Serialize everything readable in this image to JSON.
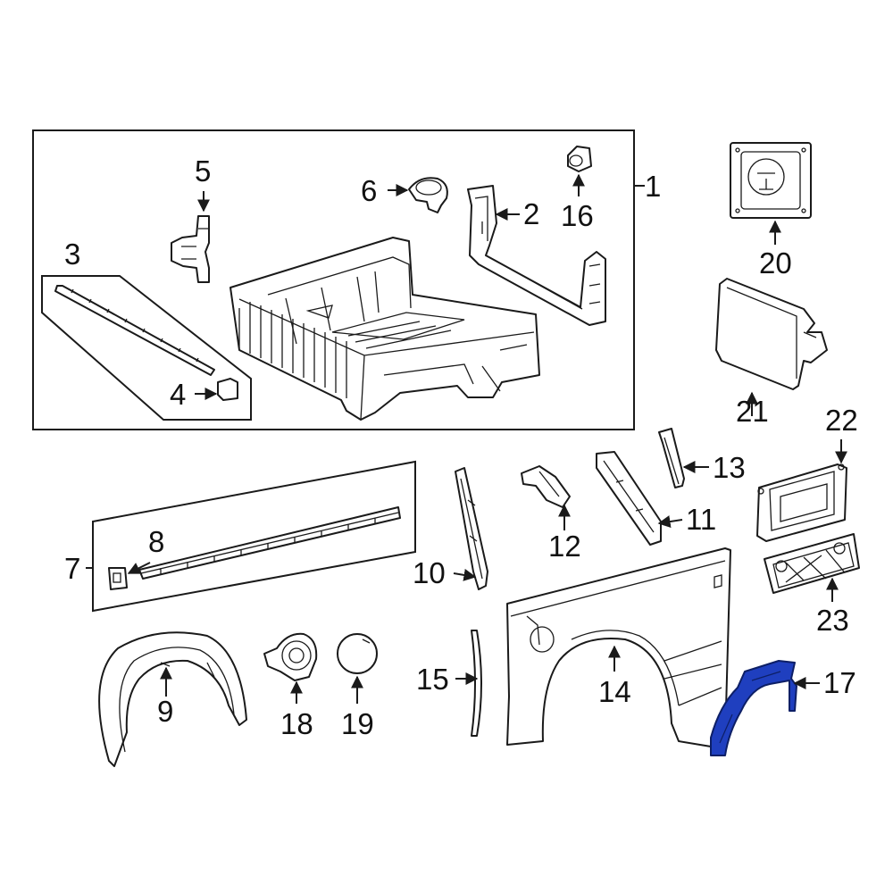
{
  "diagram": {
    "highlight_color": "#1f3fbf",
    "highlighted_part": "17",
    "callouts": {
      "c1": "1",
      "c2": "2",
      "c3": "3",
      "c4": "4",
      "c5": "5",
      "c6": "6",
      "c7": "7",
      "c8": "8",
      "c9": "9",
      "c10": "10",
      "c11": "11",
      "c12": "12",
      "c13": "13",
      "c14": "14",
      "c15": "15",
      "c16": "16",
      "c17": "17",
      "c18": "18",
      "c19": "19",
      "c20": "20",
      "c21": "21",
      "c22": "22",
      "c23": "23"
    }
  }
}
